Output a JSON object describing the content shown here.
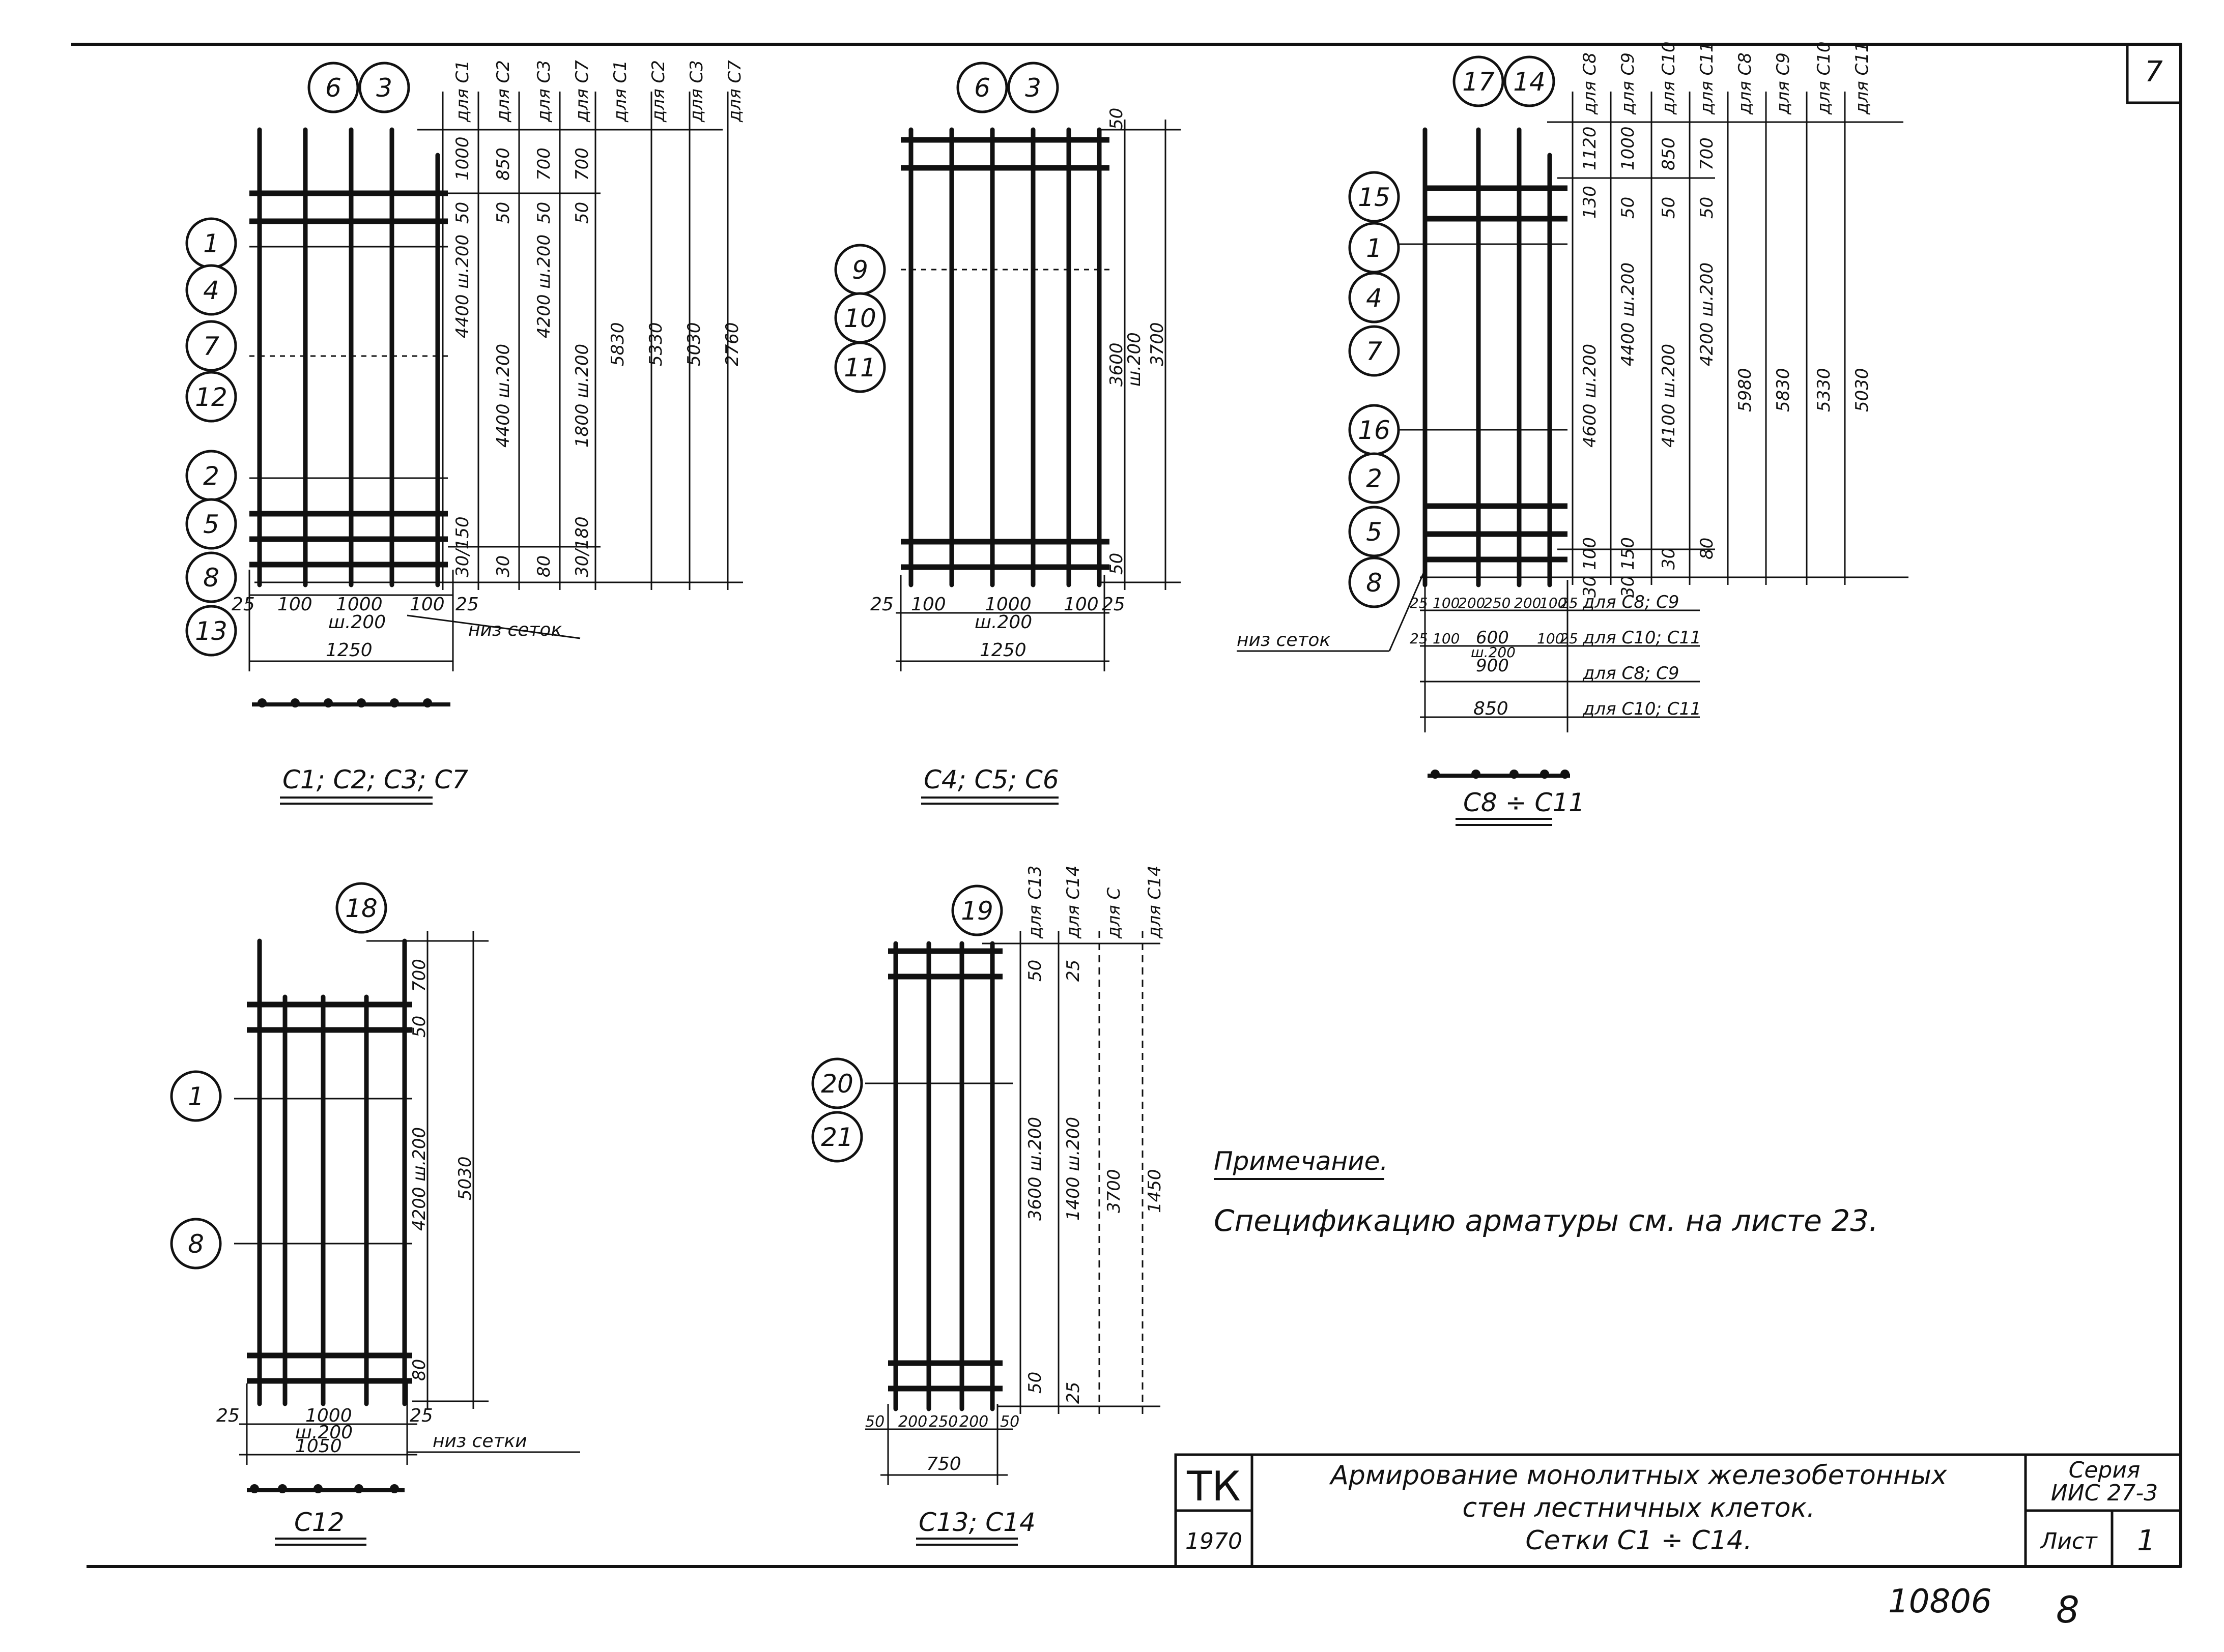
{
  "sheet_number": "7",
  "bottom_code": "10806",
  "bottom_code2": "8",
  "note": {
    "title": "Примечание.",
    "text": "Спецификацию арматуры см. на листе 23."
  },
  "title_block": {
    "org": "ТК",
    "year": "1970",
    "title_lines": [
      "Армирование монолитных железобетонных",
      "стен лестничных клеток.",
      "Сетки  С1 ÷ С14."
    ],
    "series_label": "Серия",
    "series_value": "ИИС 27-3",
    "sheet_label": "Лист",
    "sheet_value": "1"
  },
  "meshes": {
    "c1": {
      "caption": "С1; С2; С3; С7",
      "top_circles": [
        "6",
        "3"
      ],
      "left_circles": [
        "1",
        "4",
        "7",
        "12",
        "2",
        "5",
        "8",
        "13"
      ],
      "col_headers": [
        "для С1",
        "для С2",
        "для С3",
        "для С7",
        "для С1",
        "для С2",
        "для С3",
        "для С7"
      ],
      "top_dims": [
        "1000",
        "850",
        "700",
        "700"
      ],
      "dims_50": [
        "50",
        "50",
        "50",
        "50"
      ],
      "mid_dims": [
        "4400 ш.200",
        "4400 ш.200",
        "4200 ш.200",
        "1800 ш.200"
      ],
      "totals": [
        "5830",
        "5330",
        "5030",
        "2760"
      ],
      "bottom_dims": [
        "30/150",
        "30",
        "80",
        "30/180"
      ],
      "width_dims": [
        "25",
        "100",
        "1000",
        "ш.200",
        "100",
        "25"
      ],
      "total_width": "1250",
      "bottom_label": "низ сеток"
    },
    "c4": {
      "caption": "С4; С5; С6",
      "top_circles": [
        "6",
        "3"
      ],
      "left_circles": [
        "9",
        "10",
        "11"
      ],
      "dims": [
        "50",
        "3600",
        "ш.200",
        "3700",
        "50"
      ],
      "width_dims": [
        "25",
        "100",
        "1000",
        "ш.200",
        "100",
        "25"
      ],
      "total_width": "1250"
    },
    "c8": {
      "caption": "С8 ÷ С11",
      "top_circles": [
        "17",
        "14"
      ],
      "left_circles": [
        "15",
        "1",
        "4",
        "7",
        "16",
        "2",
        "5",
        "8"
      ],
      "col_headers": [
        "для С8",
        "для С9",
        "для С10",
        "для С11",
        "для С8",
        "для С9",
        "для С10",
        "для С11"
      ],
      "top_dims": [
        "1120",
        "1000",
        "850",
        "700"
      ],
      "dims_50": [
        "130",
        "50",
        "50",
        "50"
      ],
      "mid_dims": [
        "4600 ш.200",
        "4400 ш.200",
        "4100 ш.200",
        "4200 ш.200"
      ],
      "totals": [
        "5980",
        "5830",
        "5330",
        "5030"
      ],
      "bottom_dims": [
        "30 100",
        "30 150",
        "30",
        "80"
      ],
      "width_row1": [
        "25",
        "100",
        "200",
        "250",
        "200",
        "100",
        "25",
        "для С8; С9"
      ],
      "width_row2": [
        "25",
        "100",
        "600",
        "ш.200",
        "100",
        "25",
        "для С10; С11"
      ],
      "width_row3": [
        "900",
        "для С8; С9"
      ],
      "width_row4": [
        "850",
        "для С10; С11"
      ],
      "bottom_label": "низ сеток"
    },
    "c12": {
      "caption": "С12",
      "top_circles": [
        "18"
      ],
      "left_circles": [
        "1",
        "8"
      ],
      "dims": [
        "700",
        "50",
        "4200 ш.200",
        "5030",
        "80"
      ],
      "width_dims": [
        "25",
        "1000",
        "ш.200",
        "25"
      ],
      "total_width": "1050",
      "bottom_label": "низ сетки"
    },
    "c13": {
      "caption": "С13; С14",
      "top_circles": [
        "19"
      ],
      "left_circles": [
        "20",
        "21"
      ],
      "col_headers": [
        "для С13",
        "для С14",
        "для С",
        "для С14"
      ],
      "dims": [
        "50",
        "25",
        "3600 ш.200",
        "1400 ш.200",
        "3700",
        "1450",
        "50",
        "25"
      ],
      "width_dims": [
        "50",
        "200",
        "250",
        "200",
        "50"
      ],
      "total_width": "750"
    }
  }
}
